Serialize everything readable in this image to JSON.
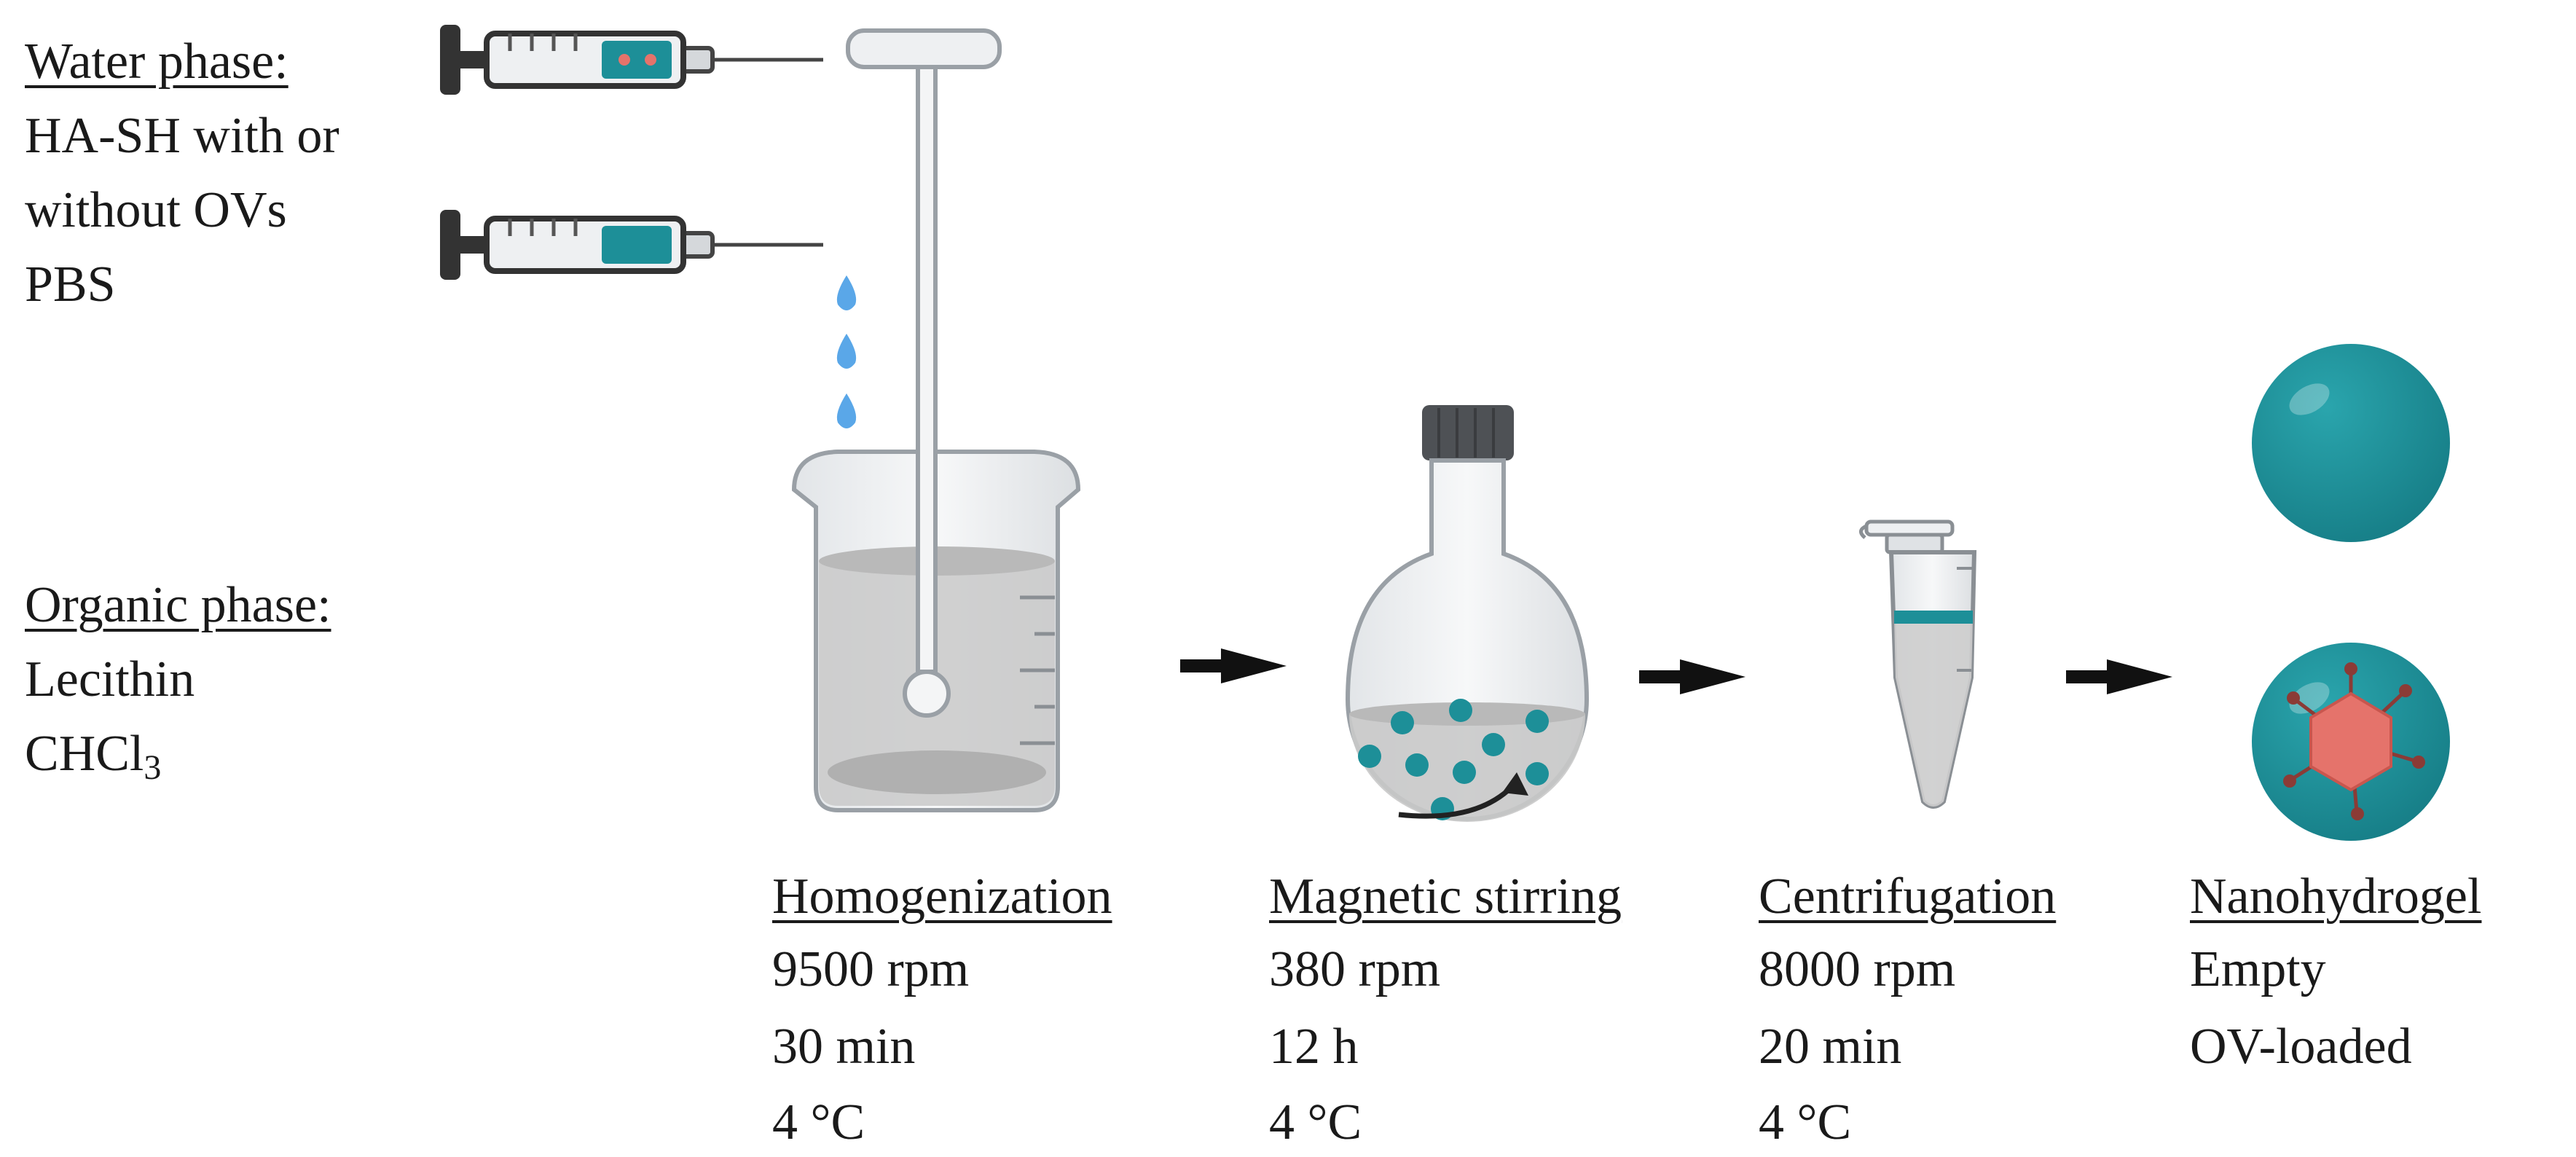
{
  "water_phase": {
    "heading": "Water phase:",
    "lines": [
      "HA-SH with or",
      "without OVs",
      "PBS"
    ]
  },
  "organic_phase": {
    "heading": "Organic phase:",
    "line1": "Lecithin",
    "chcl3_base": "CHCl",
    "chcl3_sub": "3"
  },
  "steps": [
    {
      "title": "Homogenization",
      "lines": [
        "9500 rpm",
        "30 min",
        "4 °C"
      ]
    },
    {
      "title": "Magnetic stirring",
      "lines": [
        "380 rpm",
        "12 h",
        "4 °C"
      ]
    },
    {
      "title": "Centrifugation",
      "lines": [
        "8000 rpm",
        "20 min",
        "4 °C"
      ]
    },
    {
      "title": "Nanohydrogel",
      "lines": [
        "Empty",
        "OV-loaded"
      ]
    }
  ],
  "colors": {
    "teal": "#1d8f98",
    "teal_dark": "#127680",
    "coral": "#e5736b",
    "glass": "#eef0f2",
    "liquid": "#c9c9c9",
    "droplet": "#5aa7e8",
    "arrow": "#111111"
  },
  "icons": [
    "syringe-icon",
    "homogenizer-icon",
    "beaker-icon",
    "round-flask-icon",
    "centrifuge-tube-icon",
    "nanohydrogel-sphere-icon",
    "process-arrow-icon"
  ]
}
